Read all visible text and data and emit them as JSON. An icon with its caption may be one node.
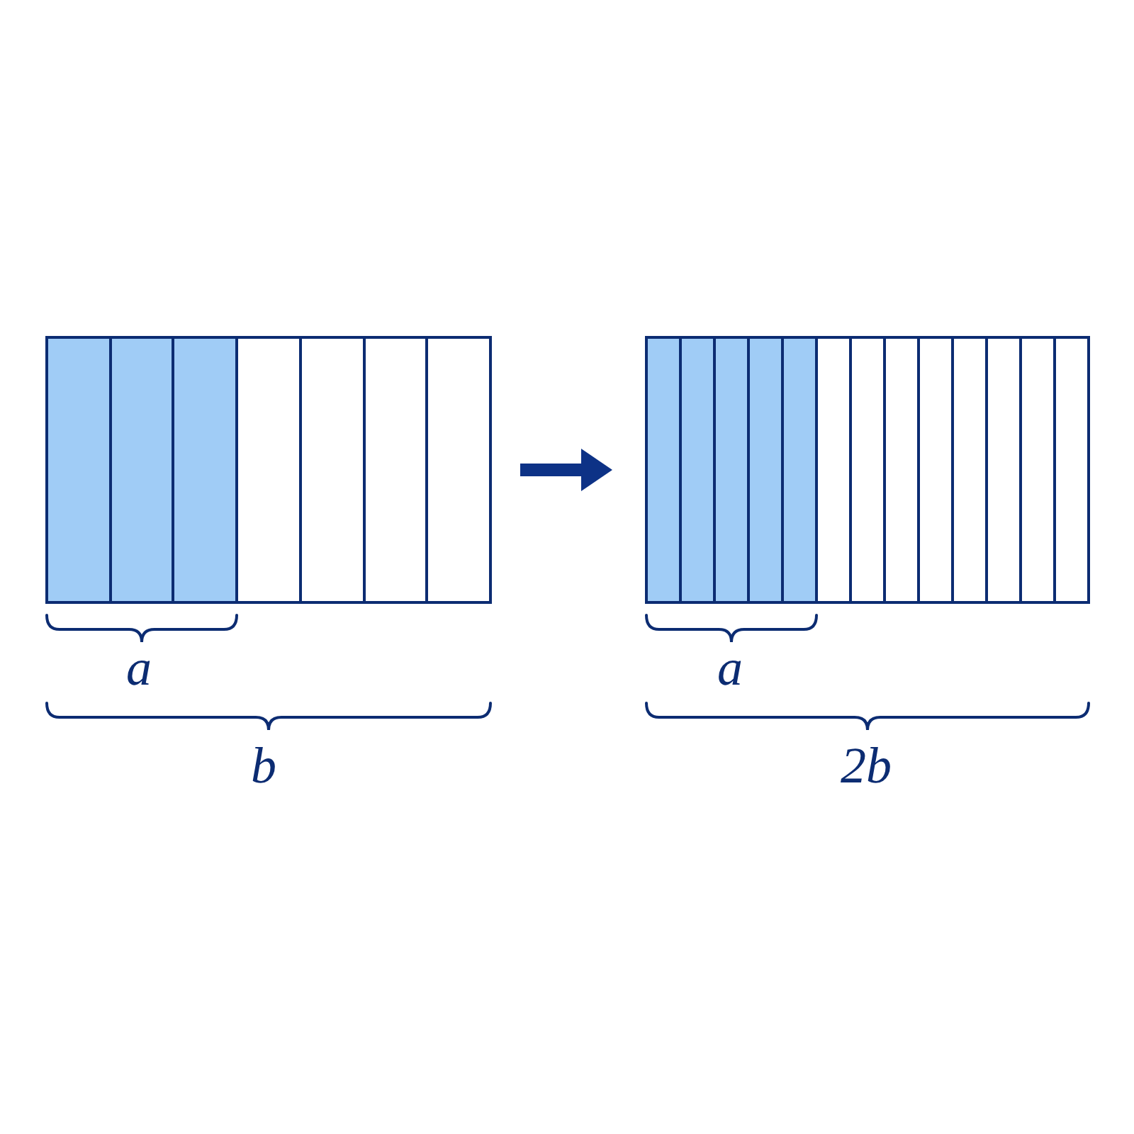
{
  "diagram": {
    "nodes": [
      {
        "text": [],
        "shape": "box"
      },
      {
        "text": [],
        "shape": "box"
      }
    ],
    "edges": [
      {
        "from": 0,
        "to": 1,
        "arrow": "to"
      }
    ],
    "labels": [
      "a",
      "b",
      "a",
      "2b"
    ]
  }
}
